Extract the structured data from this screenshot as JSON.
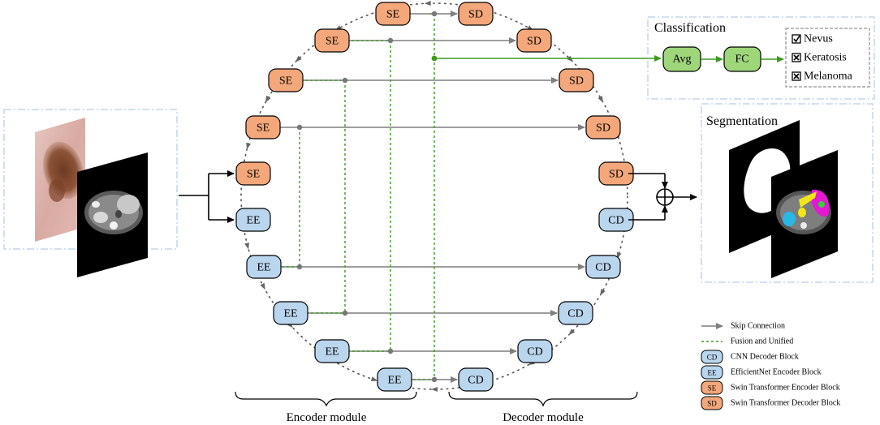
{
  "blocks": {
    "se": "SE",
    "sd": "SD",
    "ee": "EE",
    "cd": "CD",
    "avg": "Avg",
    "fc": "FC"
  },
  "classification": {
    "title": "Classification",
    "items": [
      "Nevus",
      "Keratosis",
      "Melanoma"
    ],
    "item_marks": [
      "checked",
      "crossed",
      "crossed"
    ]
  },
  "segmentation": {
    "title": "Segmentation"
  },
  "modules": {
    "encoder": "Encoder module",
    "decoder": "Decoder module"
  },
  "legend": [
    {
      "symbol": "arrow",
      "text": "Skip Connection"
    },
    {
      "symbol": "dotted",
      "text": "Fusion and Unified"
    },
    {
      "symbol": "CD",
      "text": "CNN Decoder Block"
    },
    {
      "symbol": "EE",
      "text": "EfficientNet Encoder Block"
    },
    {
      "symbol": "SE",
      "text": "Swin Transformer Encoder Block"
    },
    {
      "symbol": "SD",
      "text": "Swin Transformer Decoder Block"
    }
  ],
  "colors": {
    "swin_block": "#f4a77a",
    "cnn_block": "#bad6ee",
    "classifier_block": "#9ed67a",
    "skip_arrow": "#7f7f7f",
    "fusion_line": "#3c9a1e",
    "frame": "#b8cfe6"
  }
}
